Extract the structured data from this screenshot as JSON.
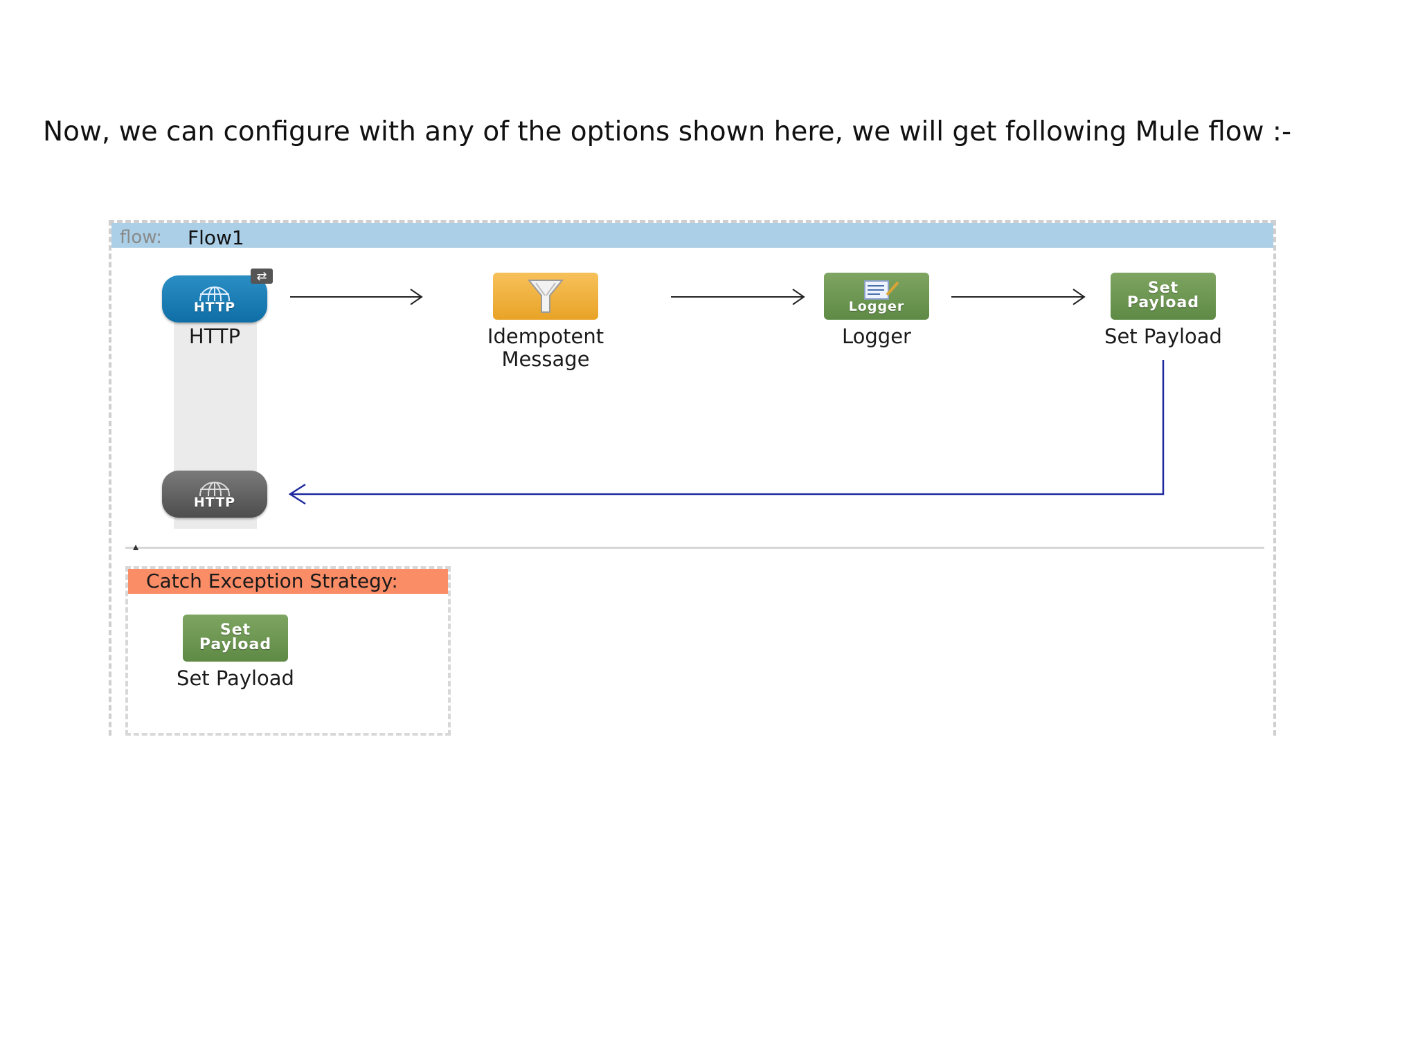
{
  "slide": {
    "text": "Now, we can configure with any of the options shown here, we will get following Mule flow :-"
  },
  "flow": {
    "keyword": "flow:",
    "name": "Flow1",
    "nodes": {
      "http_in": {
        "icon_text": "HTTP",
        "label": "HTTP",
        "icon": "globe-icon"
      },
      "idempotent": {
        "label_line1": "Idempotent",
        "label_line2": "Message",
        "icon": "filter-icon"
      },
      "logger": {
        "icon_text": "Logger",
        "label": "Logger",
        "icon": "logger-icon"
      },
      "set_payload": {
        "icon_line1": "Set",
        "icon_line2": "Payload",
        "label": "Set Payload"
      },
      "http_out": {
        "icon_text": "HTTP",
        "icon": "globe-icon"
      }
    },
    "colors": {
      "header": "#abcfe6",
      "http": "#1a7db5",
      "idempotent": "#f0b13d",
      "processor": "#6b9550",
      "response_line": "#1f2aa0",
      "exception_header": "#fa8c66"
    }
  },
  "exception_strategy": {
    "title": "Catch Exception Strategy:",
    "node": {
      "icon_line1": "Set",
      "icon_line2": "Payload",
      "label": "Set Payload"
    }
  }
}
